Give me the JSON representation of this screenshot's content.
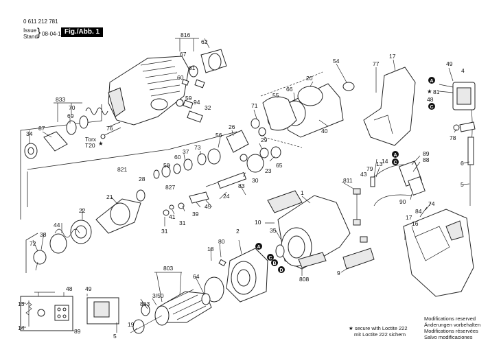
{
  "header": {
    "part_number": "0 611 212 781",
    "issue_label": "Issue",
    "stand_label": "Stand",
    "issue_date": "08-04-17",
    "figure_label": "Fig./Abb. 1"
  },
  "labels": {
    "n816": "816",
    "n67": "67",
    "n62": "62",
    "n61": "61",
    "n60": "60",
    "n833": "833",
    "n70": "70",
    "n59": "59",
    "n94": "94",
    "n32": "32",
    "n34": "34",
    "n87": "87",
    "n69": "69",
    "n76": "76",
    "torx": "Torx",
    "t20": "T20",
    "n55": "55",
    "n66": "66",
    "n20": "20",
    "n54": "54",
    "n40": "40",
    "n77": "77",
    "n17": "17",
    "n49": "49",
    "n4": "4",
    "n81": "81",
    "n48": "48",
    "n71": "71",
    "n26": "26",
    "n29": "29",
    "n65": "65",
    "n23": "23",
    "n30": "30",
    "n56": "56",
    "n73": "73",
    "n37": "37",
    "n60b": "60",
    "n58": "58",
    "n821": "821",
    "n28": "28",
    "n827": "827",
    "n83": "83",
    "n24": "24",
    "n21": "21",
    "n45": "45",
    "n22": "22",
    "n41": "41",
    "n39": "39",
    "n31a": "31",
    "n31b": "31",
    "n44": "44",
    "n38": "38",
    "n72": "72",
    "n78": "78",
    "n6": "6",
    "n5": "5",
    "n89": "89",
    "n88": "88",
    "n13": "13",
    "n14": "14",
    "n79": "79",
    "n43": "43",
    "n811": "811",
    "n90": "90",
    "n84": "84",
    "n74": "74",
    "n17b": "17",
    "n16": "16",
    "n1": "1",
    "n10": "10",
    "n35": "35",
    "n808": "808",
    "n9": "9",
    "n80": "80",
    "n18": "18",
    "n2": "2",
    "n803": "803",
    "n64": "64",
    "n863": "863",
    "n350": "3/50",
    "n19": "19",
    "s48": "48",
    "s13": "13",
    "s14": "14",
    "s89": "89",
    "s49": "49",
    "s5": "5"
  },
  "circle_letters": [
    "A",
    "B",
    "C",
    "D"
  ],
  "notes": {
    "star_line1": "secure with Loctite 222",
    "star_line2": "mit Loctite 222 sichern",
    "mod_en": "Modifications reserved",
    "mod_de": "Änderungen vorbehalten",
    "mod_fr": "Modifications réservées",
    "mod_es": "Salvo modificaciones"
  }
}
